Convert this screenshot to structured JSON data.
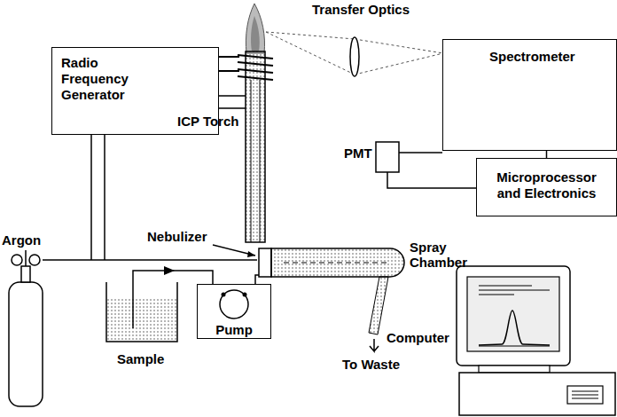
{
  "diagram": {
    "nodes": [
      {
        "text": [
          "Radio Frequency Generator"
        ]
      },
      {
        "text": [
          "Spectrometer"
        ]
      },
      {
        "text": [
          "Microprocessor and Electronics"
        ]
      },
      {
        "text": [
          "Pump"
        ]
      }
    ],
    "edges": [
      {
        "from": 1,
        "to": 2,
        "arrow": "none"
      }
    ],
    "labels": [
      "Transfer Optics",
      "ICP Torch",
      "PMT",
      "Argon",
      "Nebulizer",
      "Spray Chamber",
      "To Waste",
      "Sample",
      "Computer"
    ]
  }
}
